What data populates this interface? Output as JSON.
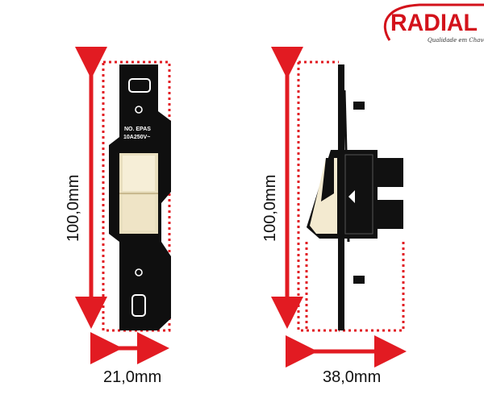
{
  "logo": {
    "brand": "RADIAL",
    "tagline": "Qualidade em Chave"
  },
  "front_view": {
    "height_label": "100,0mm",
    "width_label": "21,0mm",
    "plate_text_line1": "NO. EPAS",
    "plate_text_line2": "10A250V~"
  },
  "side_view": {
    "height_label": "100,0mm",
    "depth_label": "38,0mm"
  },
  "colors": {
    "accent": "#e21b22",
    "plate": "#111111",
    "rocker": "#f3ead0"
  }
}
